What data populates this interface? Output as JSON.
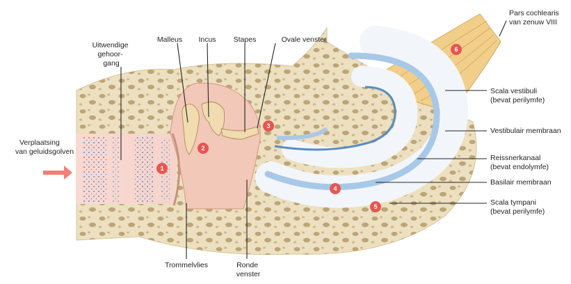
{
  "labels": {
    "uitwendige_gehoorgang": [
      "Uitwendige",
      "gehoor-",
      "gang"
    ],
    "malleus": "Malleus",
    "incus": "Incus",
    "stapes": "Stapes",
    "ovale_venster": "Ovale venster",
    "pars_cochlearis": [
      "Pars cochlearis",
      "van zenuw VIII"
    ],
    "scala_vestibuli": [
      "Scala vestibuli",
      "(bevat perilymfe)"
    ],
    "vestibulair_membraan": "Vestibulair membraan",
    "reissnerkanaal": [
      "Reissnerkanaal",
      "(bevat endolymfe)"
    ],
    "basilair_membraan": "Basilair membraan",
    "scala_tympani": [
      "Scala tympani",
      "(bevat perilymfe)"
    ],
    "verplaatsing": [
      "Verplaatsing",
      "van geluidsgolven"
    ],
    "trommelvlies": "Trommelvlies",
    "ronde_venster": [
      "Ronde",
      "venster"
    ]
  },
  "steps": [
    "1",
    "2",
    "3",
    "4",
    "5",
    "6"
  ],
  "colors": {
    "bone": "#ece0c0",
    "bone_hole": "#b39a6a",
    "flesh": "#f2c8b8",
    "flesh_dark": "#dca08e",
    "canal": "#e6f0fa",
    "fluid_blue": "#a8c8e8",
    "fluid_dark": "#5a8cc0",
    "nerve": "#f1cf8a",
    "badge": "#e8554f",
    "arrow": "#f08078"
  }
}
